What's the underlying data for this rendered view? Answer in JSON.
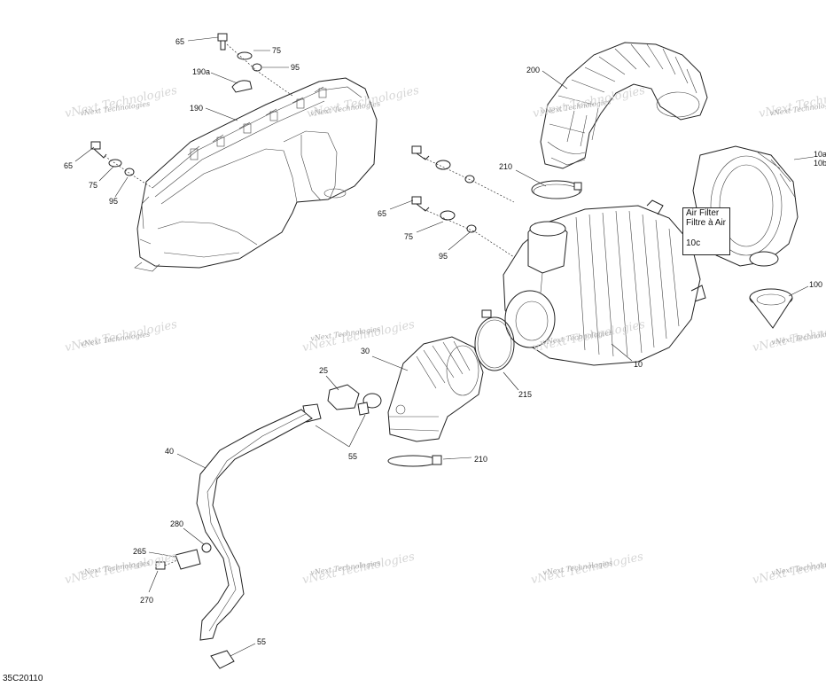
{
  "diagram_code": "35C20110",
  "watermark": "vNext Technologies",
  "callout": {
    "line1": "Air Filter",
    "line2": "Filtre à Air",
    "line3": "10c"
  },
  "part_labels": [
    {
      "id": "lbl-65-top",
      "text": "65"
    },
    {
      "id": "lbl-75-top",
      "text": "75"
    },
    {
      "id": "lbl-95-top",
      "text": "95"
    },
    {
      "id": "lbl-190a",
      "text": "190a"
    },
    {
      "id": "lbl-190",
      "text": "190"
    },
    {
      "id": "lbl-65-left",
      "text": "65"
    },
    {
      "id": "lbl-75-left",
      "text": "75"
    },
    {
      "id": "lbl-95-left",
      "text": "95"
    },
    {
      "id": "lbl-200",
      "text": "200"
    },
    {
      "id": "lbl-210-top",
      "text": "210"
    },
    {
      "id": "lbl-65-mid",
      "text": "65"
    },
    {
      "id": "lbl-75-mid",
      "text": "75"
    },
    {
      "id": "lbl-95-mid",
      "text": "95"
    },
    {
      "id": "lbl-10a",
      "text": "10a"
    },
    {
      "id": "lbl-10b",
      "text": "10b"
    },
    {
      "id": "lbl-100",
      "text": "100"
    },
    {
      "id": "lbl-10",
      "text": "10"
    },
    {
      "id": "lbl-30",
      "text": "30"
    },
    {
      "id": "lbl-25",
      "text": "25"
    },
    {
      "id": "lbl-215",
      "text": "215"
    },
    {
      "id": "lbl-55-mid",
      "text": "55"
    },
    {
      "id": "lbl-210-bottom",
      "text": "210"
    },
    {
      "id": "lbl-40",
      "text": "40"
    },
    {
      "id": "lbl-280",
      "text": "280"
    },
    {
      "id": "lbl-265",
      "text": "265"
    },
    {
      "id": "lbl-270",
      "text": "270"
    },
    {
      "id": "lbl-55-bottom",
      "text": "55"
    }
  ]
}
